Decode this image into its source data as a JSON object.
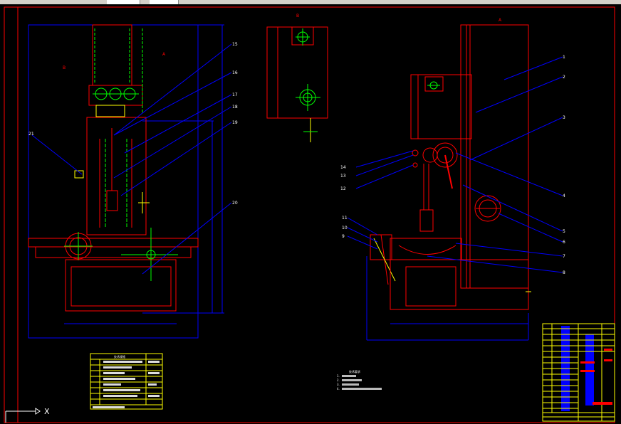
{
  "drawing": {
    "view_label_b": "B",
    "view_label_a": "A",
    "view_label_a_top": "A",
    "section_label_b": "B",
    "axis_label_x": "X",
    "callouts_left": [
      "15",
      "16",
      "17",
      "18",
      "19",
      "20",
      "21"
    ],
    "callouts_right": [
      "1",
      "2",
      "3",
      "4",
      "5",
      "6",
      "7",
      "8",
      "9",
      "10",
      "11",
      "12",
      "13",
      "14"
    ],
    "notes_title": "技术要求",
    "notes_lines": [
      "1.",
      "2.",
      "3.",
      "4."
    ],
    "spec_table_title": "技术规格",
    "colors": {
      "background": "#000000",
      "outline": "#ff0000",
      "dimension": "#0000ff",
      "centerline": "#00ff00",
      "highlight": "#ffff00",
      "text": "#ffffff"
    }
  }
}
